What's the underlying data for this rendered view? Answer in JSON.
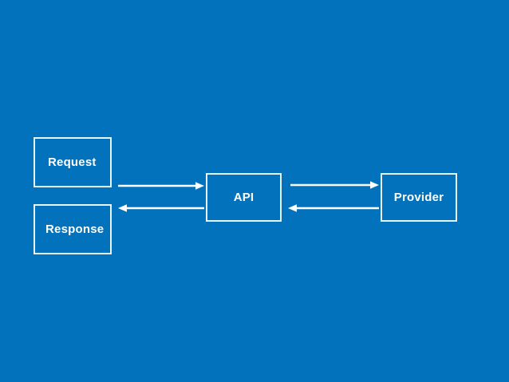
{
  "slide": {
    "background_color": "#0372bc",
    "stroke_color": "#e9f3fa",
    "text_color": "#ffffff"
  },
  "diagram": {
    "type": "flow",
    "nodes": [
      {
        "id": "request",
        "label": "Request"
      },
      {
        "id": "response",
        "label": "Response"
      },
      {
        "id": "api",
        "label": "API"
      },
      {
        "id": "provider",
        "label": "Provider"
      }
    ],
    "connectors": [
      {
        "id": "request-to-api",
        "from": "request",
        "to": "api",
        "direction": "right"
      },
      {
        "id": "api-to-response",
        "from": "api",
        "to": "response",
        "direction": "left"
      },
      {
        "id": "api-to-provider",
        "from": "api",
        "to": "provider",
        "direction": "right"
      },
      {
        "id": "provider-to-api",
        "from": "provider",
        "to": "api",
        "direction": "left"
      }
    ]
  }
}
